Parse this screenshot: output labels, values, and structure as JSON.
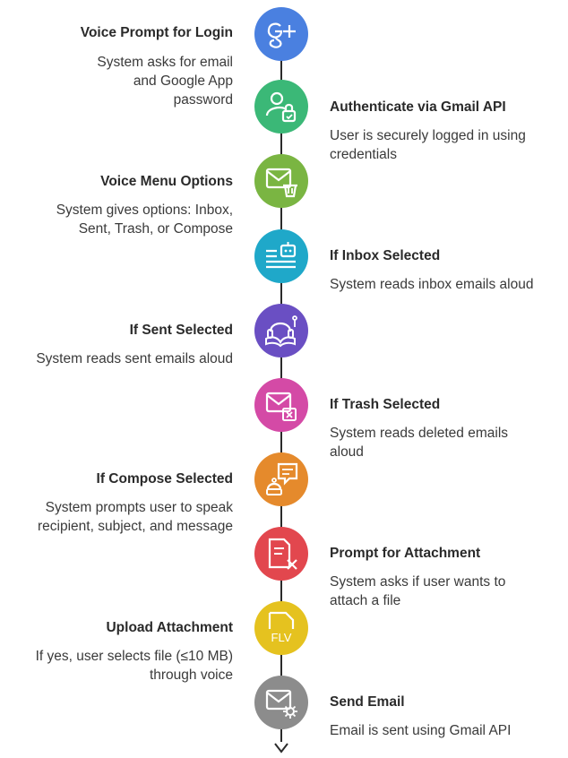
{
  "steps": [
    {
      "title": "Voice Prompt for Login",
      "desc": "System asks for email and Google App password",
      "color": "#4a80e0",
      "icon": "google-plus-icon"
    },
    {
      "title": "Authenticate via Gmail API",
      "desc": "User is securely logged in using credentials",
      "color": "#3bb877",
      "icon": "user-lock-icon"
    },
    {
      "title": "Voice Menu Options",
      "desc": "System gives options: Inbox, Sent, Trash, or Compose",
      "color": "#7ab542",
      "icon": "mail-trash-icon"
    },
    {
      "title": "If Inbox Selected",
      "desc": "System reads inbox emails aloud",
      "color": "#1fa8c9",
      "icon": "robot-list-icon"
    },
    {
      "title": "If Sent Selected",
      "desc": "System reads sent emails aloud",
      "color": "#6a4fc3",
      "icon": "headset-reader-icon"
    },
    {
      "title": "If Trash Selected",
      "desc": "System reads deleted emails aloud",
      "color": "#d44aa6",
      "icon": "mail-delete-icon"
    },
    {
      "title": "If Compose Selected",
      "desc": "System prompts user to speak recipient, subject, and message",
      "color": "#e58a2c",
      "icon": "robot-chat-icon"
    },
    {
      "title": "Prompt for Attachment",
      "desc": "System asks if user wants to attach a file",
      "color": "#e2474e",
      "icon": "document-x-icon"
    },
    {
      "title": "Upload Attachment",
      "desc": "If yes, user selects file (≤10 MB) through voice",
      "color": "#e5c21f",
      "icon": "flv-file-icon"
    },
    {
      "title": "Send Email",
      "desc": "Email is sent using Gmail API",
      "color": "#8c8c8c",
      "icon": "mail-gear-icon"
    }
  ]
}
